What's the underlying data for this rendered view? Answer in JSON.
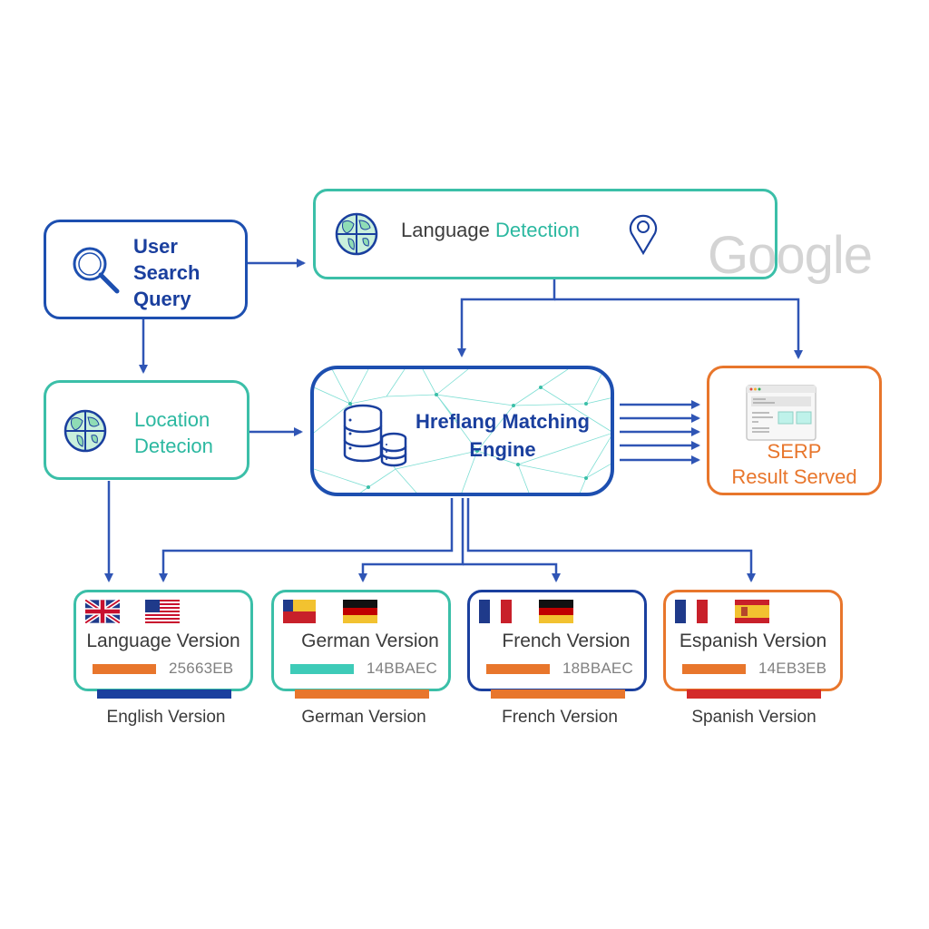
{
  "diagram": {
    "type": "flowchart",
    "title": "Hreflang geo-targeting flow"
  },
  "nodes": {
    "user_query": {
      "label_lines": [
        "User",
        "Search",
        "Query"
      ],
      "icon": "magnifier-icon",
      "border_color": "#1d4fb0"
    },
    "language_detection": {
      "label_part1": "Language ",
      "label_part2": "Detection",
      "icons": [
        "globe-icon",
        "map-pin-icon"
      ],
      "border_color": "#3bbfa8"
    },
    "location_detection": {
      "label_lines": [
        "Location",
        "Detecion"
      ],
      "icon": "globe-icon",
      "border_color": "#3bbfa8"
    },
    "engine": {
      "label_lines": [
        "Hreflang Matching",
        "Engine"
      ],
      "icon": "database-icon",
      "border_color": "#1d4fb0"
    },
    "serp": {
      "label_lines": [
        "SERP",
        "Result Served"
      ],
      "icon": "browser-window-icon",
      "border_color": "#e8762c"
    }
  },
  "brand": {
    "google_logo": "Google"
  },
  "versions": [
    {
      "id": "en",
      "flags": [
        "uk-flag",
        "us-flag"
      ],
      "title": "Language Version",
      "code": "25663EB",
      "bar_color": "#e8762c",
      "underline_color": "#1a3f9e",
      "border_color": "#3bbfa8",
      "caption": "English Version"
    },
    {
      "id": "de",
      "flags": [
        "ro-style-flag",
        "de-flag"
      ],
      "title": "German Version",
      "code": "14BBAEC",
      "bar_color": "#3ecbb8",
      "underline_color": "#e8762c",
      "border_color": "#3bbfa8",
      "caption": "German Version"
    },
    {
      "id": "fr",
      "flags": [
        "fr-flag",
        "de-flag"
      ],
      "title": "French Version",
      "code": "18BBAEC",
      "bar_color": "#e8762c",
      "underline_color": "#e8762c",
      "border_color": "#1a3f9e",
      "caption": "French Version"
    },
    {
      "id": "es",
      "flags": [
        "fr-flag",
        "es-flag"
      ],
      "title": "Espanish Version",
      "code": "14EB3EB",
      "bar_color": "#e8762c",
      "underline_color": "#d42a2a",
      "border_color": "#e8762c",
      "caption": "Spanish Version"
    }
  ],
  "edges": [
    {
      "from": "user_query",
      "to": "language_detection"
    },
    {
      "from": "user_query",
      "to": "location_detection"
    },
    {
      "from": "language_detection",
      "to": "engine"
    },
    {
      "from": "language_detection",
      "to": "serp"
    },
    {
      "from": "location_detection",
      "to": "engine"
    },
    {
      "from": "location_detection",
      "to": "en"
    },
    {
      "from": "engine",
      "to": "serp",
      "count": 5
    },
    {
      "from": "engine",
      "to": "en"
    },
    {
      "from": "engine",
      "to": "de"
    },
    {
      "from": "engine",
      "to": "fr"
    },
    {
      "from": "engine",
      "to": "es"
    }
  ],
  "colors": {
    "navy": "#1d4fb0",
    "teal": "#3bbfa8",
    "orange": "#e8762c",
    "red": "#d42a2a",
    "arrow": "#2f55b5"
  }
}
